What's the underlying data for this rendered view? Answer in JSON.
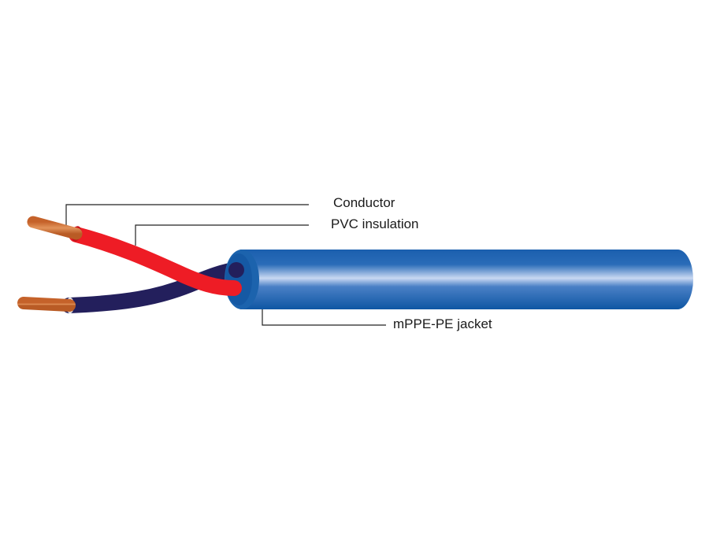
{
  "diagram": {
    "subject": "Two-core cable cross-section illustration",
    "labels": {
      "conductor": "Conductor",
      "insulation": "PVC insulation",
      "jacket": "mPPE-PE jacket"
    },
    "colors": {
      "jacket": "#1e63b0",
      "jacket_highlight": "#c9d8f2",
      "red_core": "#ee1c25",
      "blue_core": "#231f5c",
      "copper": "#d2763a",
      "leader_line": "#222222"
    }
  }
}
